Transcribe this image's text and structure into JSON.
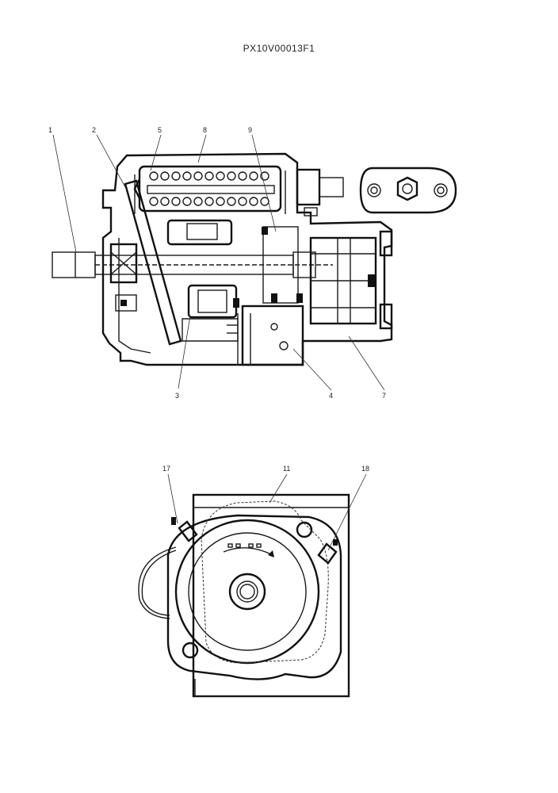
{
  "document": {
    "title": "PX10V00013F1"
  },
  "side_view": {
    "callouts": [
      {
        "id": "c1",
        "label": "1"
      },
      {
        "id": "c2",
        "label": "2"
      },
      {
        "id": "c5",
        "label": "5"
      },
      {
        "id": "c8",
        "label": "8"
      },
      {
        "id": "c9",
        "label": "9"
      },
      {
        "id": "c3",
        "label": "3"
      },
      {
        "id": "c4",
        "label": "4"
      },
      {
        "id": "c7",
        "label": "7"
      }
    ]
  },
  "end_view": {
    "callouts": [
      {
        "id": "c17",
        "label": "17"
      },
      {
        "id": "c11",
        "label": "11"
      },
      {
        "id": "c18",
        "label": "18"
      }
    ]
  }
}
